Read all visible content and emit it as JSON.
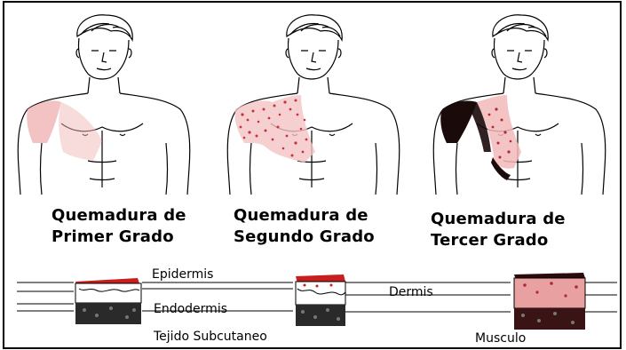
{
  "colors": {
    "burn_light": "#f2b8b8",
    "burn_dots": "#c8323c",
    "burn_dark": "#1a0a0a",
    "line": "#000000",
    "tissue_top": "#c81e1e"
  },
  "figures": [
    {
      "line1": "Quemadura de",
      "line2": "Primer Grado"
    },
    {
      "line1": "Quemadura de",
      "line2": "Segundo Grado"
    },
    {
      "line1": "Quemadura de",
      "line2": "Tercer Grado"
    }
  ],
  "layers": {
    "epidermis": "Epidermis",
    "endodermis": "Endodermis",
    "subcutaneous": "Tejido Subcutaneo",
    "dermis": "Dermis",
    "muscle": "Musculo"
  }
}
